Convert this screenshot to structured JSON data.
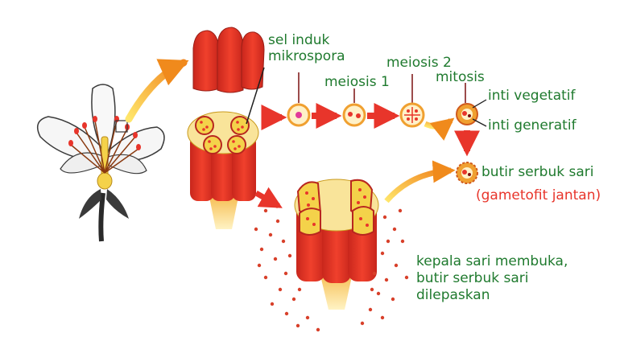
{
  "labels": {
    "sel_induk_line1": "sel induk",
    "sel_induk_line2": "mikrospora",
    "meiosis1": "meiosis 1",
    "meiosis2": "meiosis 2",
    "mitosis": "mitosis",
    "inti_vegetatif": "inti vegetatif",
    "inti_generatif": "inti generatif",
    "butir_serbuk_sari": "butir serbuk sari",
    "gametofit_jantan": "(gametofit jantan)",
    "kepala_line1": "kepala sari membuka,",
    "kepala_line2": "butir serbuk sari",
    "kepala_line3": "dilepaskan"
  },
  "colors": {
    "label_green": "#1f7a2e",
    "label_red": "#e8352b",
    "anther_red": "#e8352b",
    "anther_dark": "#b8261f",
    "pollen_yellow": "#f4d24a",
    "arrow_red": "#e8352b",
    "arrow_orange": "#f4a623"
  }
}
